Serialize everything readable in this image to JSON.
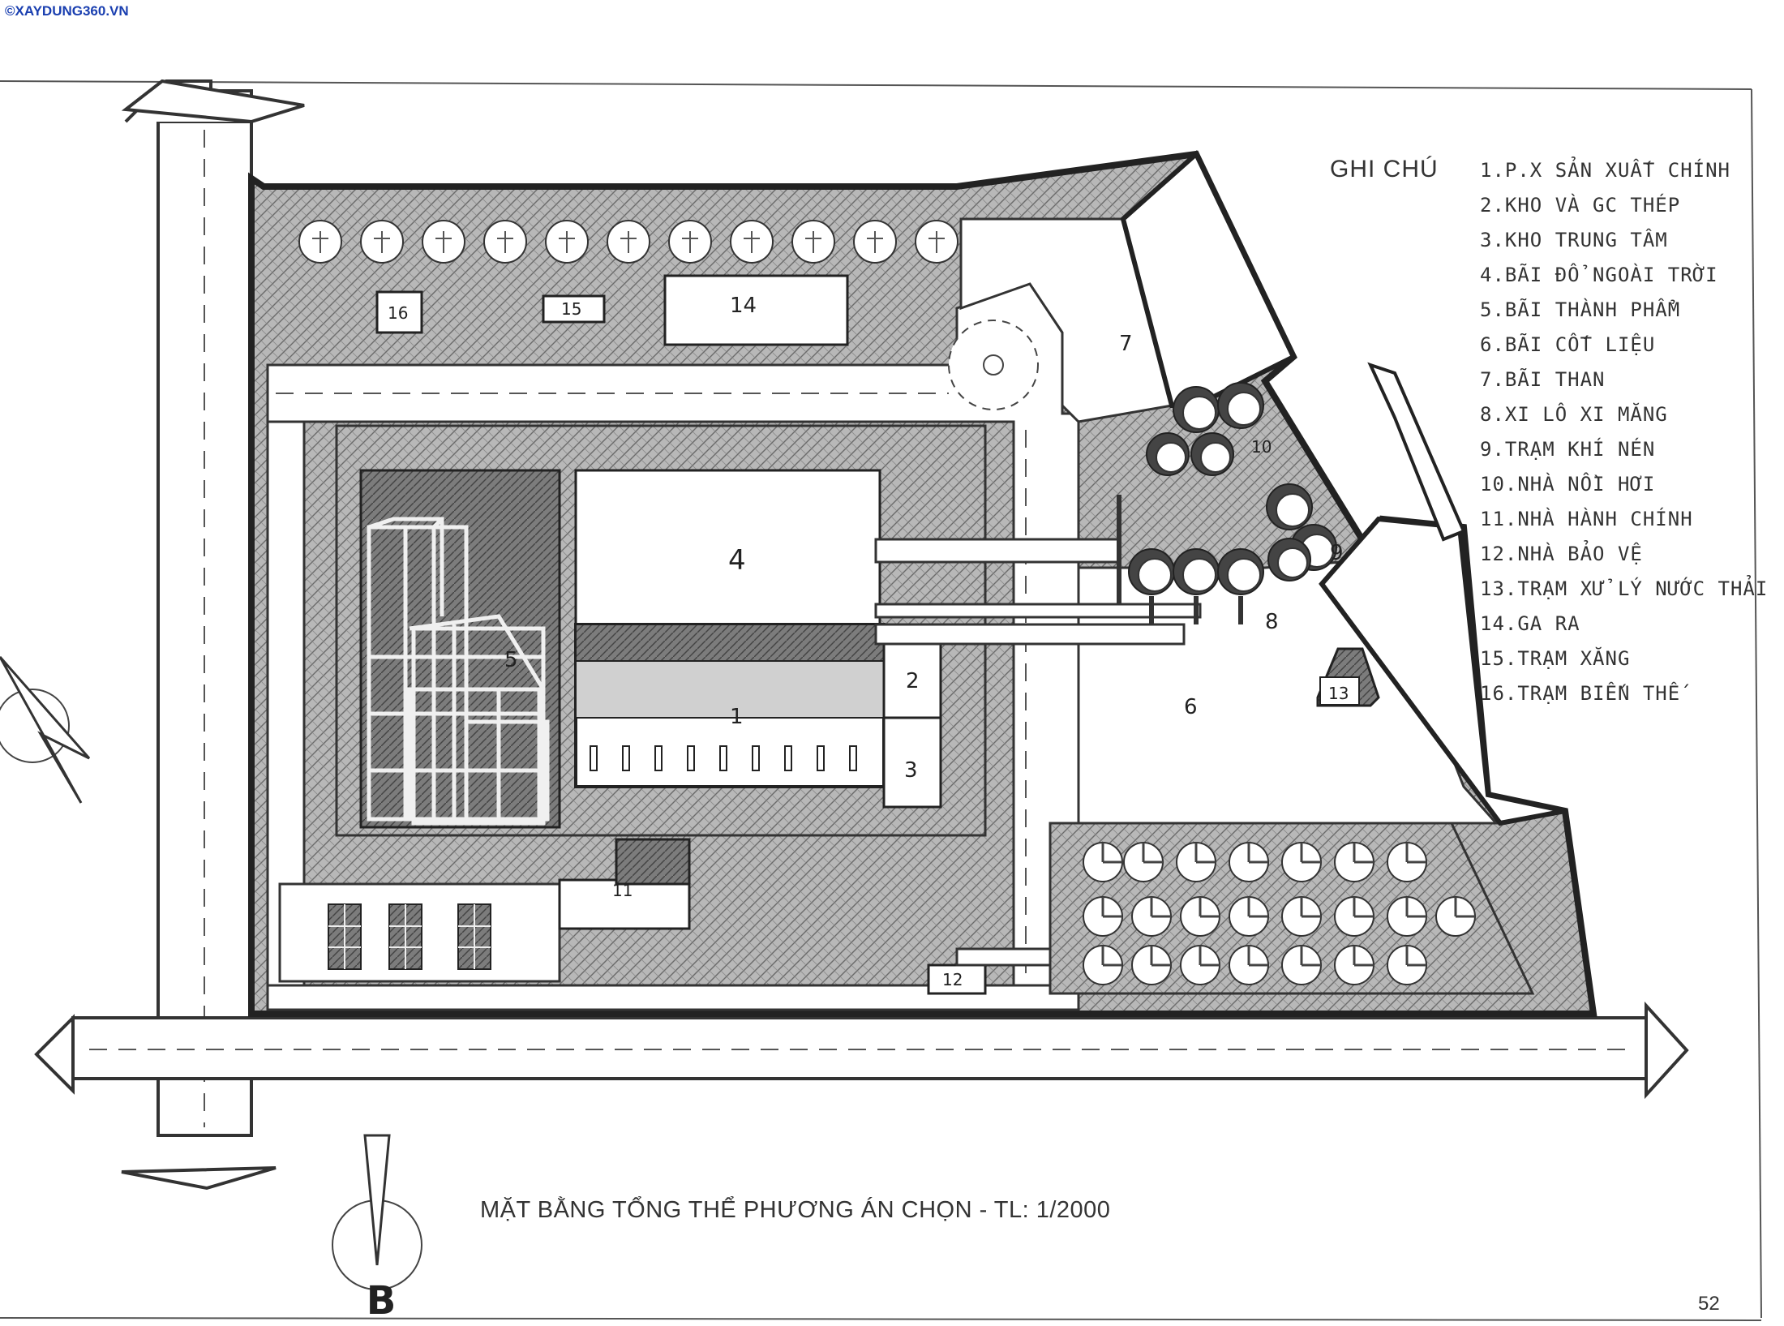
{
  "watermark": "©XAYDUNG360.VN",
  "legend": {
    "title": "GHI CHÚ",
    "items": [
      "1.P.X SẢN XUẤT CHÍNH",
      "2.KHO VÀ GC THÉP",
      "3.KHO TRUNG TÂM",
      "4.BÃI ĐỔ NGOÀI TRỜI",
      "5.BÃI THÀNH PHẨM",
      "6.BÃI CỐT LIỆU",
      "7.BÃI THAN",
      "8.XI LÔ XI MĂNG",
      "9.TRẠM KHÍ NÉN",
      "10.NHÀ NỒI HƠI",
      "11.NHÀ HÀNH CHÍNH",
      "12.NHÀ BẢO VỆ",
      "13.TRẠM XỬ LÝ NƯỚC THẢI",
      "14.GA RA",
      "15.TRẠM XĂNG",
      "16.TRẠM BIẾN THẾ"
    ]
  },
  "zones": {
    "z1": "1",
    "z2": "2",
    "z3": "3",
    "z4": "4",
    "z5": "5",
    "z6": "6",
    "z7": "7",
    "z8": "8",
    "z9": "9",
    "z10": "10",
    "z11": "11",
    "z12": "12",
    "z13": "13",
    "z14": "14",
    "z15": "15",
    "z16": "16"
  },
  "north_label": "B",
  "caption": "MẶT BẰNG TỔNG THỂ PHƯƠNG ÁN CHỌN - TL: 1/2000",
  "page_number": "52"
}
